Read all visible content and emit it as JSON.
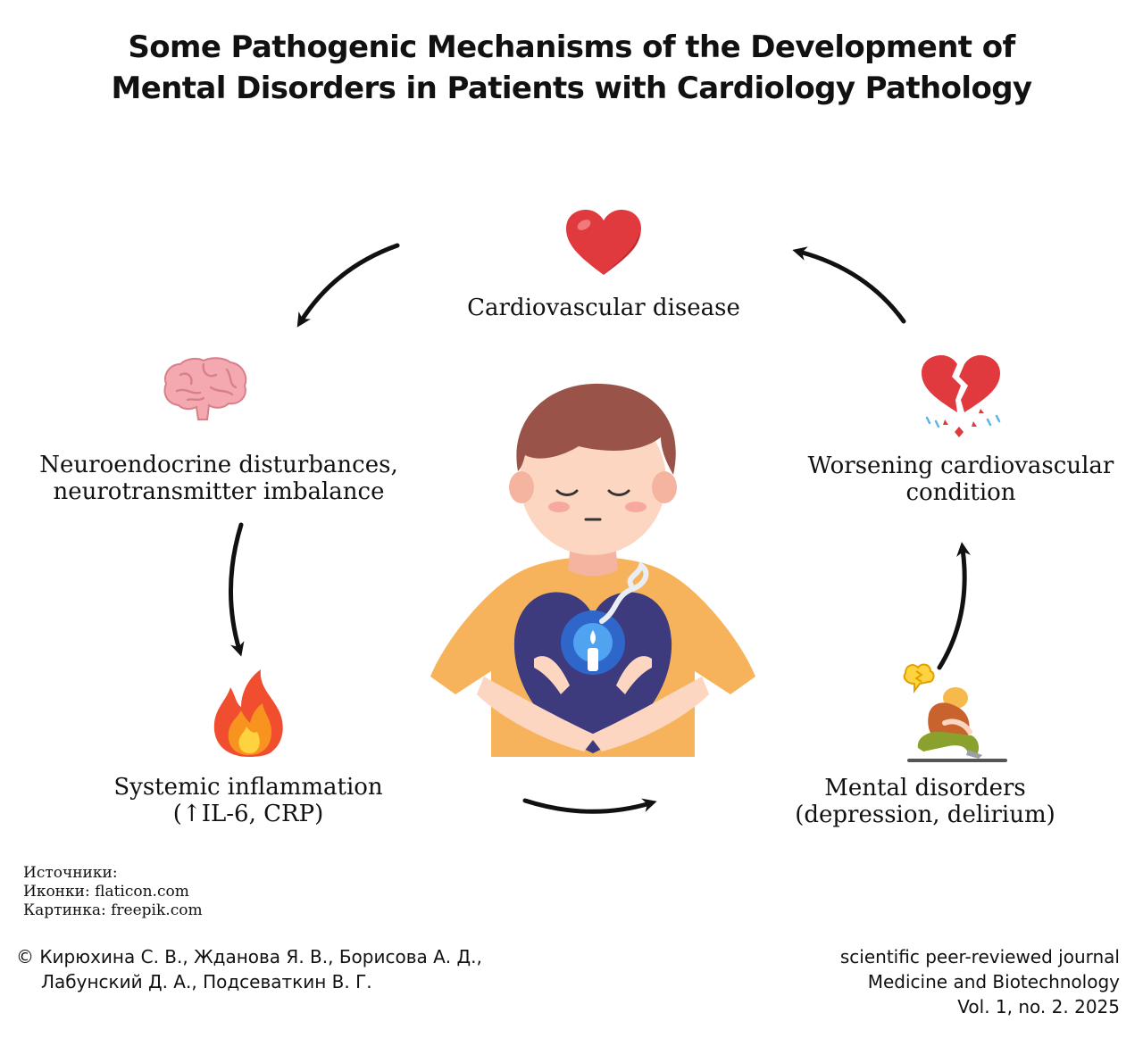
{
  "title": {
    "line1": "Some Pathogenic Mechanisms of the Development of",
    "line2": "Mental Disorders in Patients with Cardiology Pathology"
  },
  "nodes": {
    "cardio": {
      "label": "Cardiovascular disease",
      "icon": "heart-icon"
    },
    "neuro": {
      "line1": "Neuroendocrine disturbances,",
      "line2": "neurotransmitter imbalance",
      "icon": "brain-icon"
    },
    "inflammation": {
      "line1": "Systemic inflammation",
      "line2": "(↑IL-6, CRP)",
      "icon": "fire-icon"
    },
    "mental": {
      "line1": "Mental disorders",
      "line2": "(depression, delirium)",
      "icon": "sad-person-icon"
    },
    "worsening": {
      "line1": "Worsening cardiovascular",
      "line2": "condition",
      "icon": "broken-heart-icon"
    }
  },
  "colors": {
    "heart": "#e0393e",
    "shirt": "#f6b35c",
    "hair": "#9a5349",
    "skin": "#fcd6c0",
    "heart_dark": "#3d3a7e",
    "arrow": "#111111"
  },
  "sources": {
    "heading": "Источники:",
    "icons": "Иконки: flaticon.com",
    "picture": "Картинка: freepik.com"
  },
  "authors": {
    "line1": "© Кирюхина С. В., Жданова Я. В., Борисова А. Д.,",
    "line2": "Лабунский Д. А., Подсеваткин В. Г."
  },
  "journal": {
    "line1": "scientific peer-reviewed journal",
    "line2": "Medicine and Biotechnology",
    "line3": "Vol. 1, no. 2. 2025"
  }
}
